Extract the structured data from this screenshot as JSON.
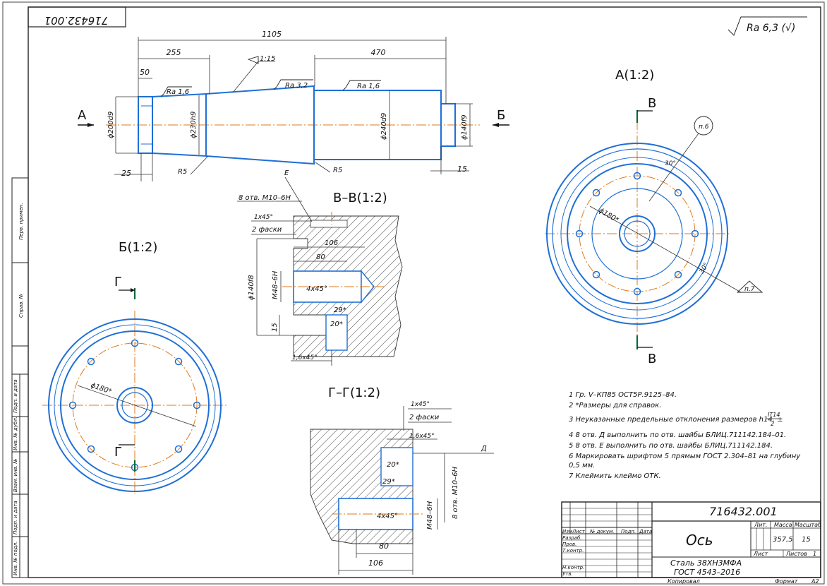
{
  "drawing_number": "716432.001",
  "drawing_number_stamp": "716432.001",
  "roughness_general": "Ra 6,3 (√)",
  "shaft": {
    "dim_overall": "1105",
    "dim_255": "255",
    "dim_470": "470",
    "dim_50": "50",
    "dim_25": "25",
    "dim_15": "15",
    "taper": "1:15",
    "ra_left": "Ra 1,6",
    "ra_mid": "Ra 3,2",
    "ra_right": "Ra 1,6",
    "d_200": "ϕ200d9",
    "d_230": "ϕ230h9",
    "d_240": "ϕ240d9",
    "d_140": "ϕ140f9",
    "r5_left": "R5",
    "r5_right": "R5",
    "arrow_a": "А",
    "arrow_b": "Б"
  },
  "view_a": {
    "title": "А(1:2)",
    "cut_b_top": "В",
    "cut_b_bottom": "В",
    "callout_6": "п.6",
    "callout_7": "п.7",
    "dia_180": "ϕ180*",
    "angle_30_top": "30°",
    "angle_30_bottom": "30°"
  },
  "view_b": {
    "title": "Б(1:2)",
    "cut_g_top": "Г",
    "cut_g_bottom": "Г",
    "dia_180": "ϕ180*"
  },
  "section_vv": {
    "title": "В–В(1:2)",
    "holes_e": "8 отв. М10–6Н",
    "leader_e": "Е",
    "chamfer": "1x45°",
    "chamfer_count": "2 фаски",
    "dim_106": "106",
    "dim_80": "80",
    "d_140": "ϕ140f8",
    "thread": "М48–6Н",
    "chamfer_4": "4x45°",
    "dim_29": "29*",
    "dim_20": "20*",
    "dim_15": "15",
    "chamfer_16": "1,6x45°"
  },
  "section_gg": {
    "title": "Г–Г(1:2)",
    "chamfer": "1x45°",
    "chamfer_count": "2 фаски",
    "chamfer_16": "1,6x45°",
    "leader_d": "Д",
    "dim_20": "20*",
    "dim_29": "29*",
    "holes_m10": "8 отв. М10–6Н",
    "thread": "М48–6Н",
    "chamfer_4": "4x45°",
    "dim_80": "80",
    "dim_106": "106"
  },
  "notes": [
    "1 Гр. V–КП85 ОСТ5Р.9125–84.",
    "2 *Размеры для справок.",
    "3 Неуказанные предельные отклонения размеров h14, ±",
    "4 8 отв. Д выполнить по отв. шайбы БЛИЦ.711142.184–01.",
    "5 8 отв. Е выполнить по отв. шайбы БЛИЦ.711142.184.",
    "6 Маркировать шрифтом 5 прямым ГОСТ 2.304–81 на глубину",
    "0,5 мм.",
    "7 Клеймить клеймо ОТК."
  ],
  "note3_fraction_num": "IT14",
  "note3_fraction_den": "2",
  "title_block": {
    "number": "716432.001",
    "name": "Ось",
    "material_1": "Сталь 38ХН3МФА",
    "material_2": "ГОСТ 4543–2016",
    "col_izm": "Изм",
    "col_list": "Лист",
    "col_doc": "№ докум.",
    "col_sign": "Подп.",
    "col_date": "Дата",
    "row_razrab": "Разраб.",
    "row_prov": "Пров.",
    "row_tkontr": "Т.контр.",
    "row_nkontr": "Н.контр.",
    "row_utv": "Утв.",
    "lit_label": "Лит.",
    "mass_label": "Масса",
    "scale_label": "Масштаб",
    "mass_value": "357,5",
    "scale_value": "15",
    "sheet_label": "Лист",
    "sheets_label": "Листов",
    "sheets_value": "1",
    "copied": "Копировал",
    "format": "Формат",
    "format_value": "А2"
  },
  "side_strip": [
    "Перв. примен.",
    "Справ. №",
    "Подп. и дата",
    "Инв. № дубл.",
    "Взам. инв. №",
    "Подп. и дата",
    "Инв. № подл."
  ]
}
